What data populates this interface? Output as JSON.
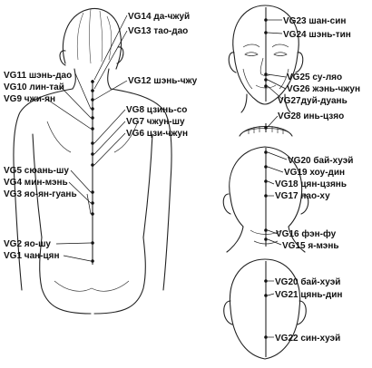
{
  "points": [
    {
      "id": "VG14",
      "name": "да-чжуй"
    },
    {
      "id": "VG13",
      "name": "тао-дао"
    },
    {
      "id": "VG11",
      "name": "шэнь-дао"
    },
    {
      "id": "VG10",
      "name": "лин-тай"
    },
    {
      "id": "VG9",
      "name": "чжи-ян"
    },
    {
      "id": "VG12",
      "name": "шэнь-чжу"
    },
    {
      "id": "VG8",
      "name": "цзинь-со"
    },
    {
      "id": "VG7",
      "name": "чжун-шу"
    },
    {
      "id": "VG6",
      "name": "цзи-чжун"
    },
    {
      "id": "VG5",
      "name": "сюань-шу"
    },
    {
      "id": "VG4",
      "name": "мин-мэнь"
    },
    {
      "id": "VG3",
      "name": "яо-ян-гуань"
    },
    {
      "id": "VG2",
      "name": "яо-шу"
    },
    {
      "id": "VG1",
      "name": "чан-цян"
    },
    {
      "id": "VG23",
      "name": "шан-син"
    },
    {
      "id": "VG24",
      "name": "шэнь-тин"
    },
    {
      "id": "VG25",
      "name": "су-ляо"
    },
    {
      "id": "VG26",
      "name": "жэнь-чжун"
    },
    {
      "id": "VG27",
      "name": "дуй-дуань"
    },
    {
      "id": "VG28",
      "name": "инь-цзяо"
    },
    {
      "id": "VG20",
      "name": "бай-хуэй"
    },
    {
      "id": "VG19",
      "name": "хоу-дин"
    },
    {
      "id": "VG18",
      "name": "цян-цзянь"
    },
    {
      "id": "VG17",
      "name": "нао-ху"
    },
    {
      "id": "VG16",
      "name": "фэн-фу"
    },
    {
      "id": "VG15",
      "name": "я-мэнь"
    },
    {
      "id": "VG20b",
      "name": "бай-хуэй",
      "display_id": "VG20"
    },
    {
      "id": "VG21",
      "name": "цянь-дин"
    },
    {
      "id": "VG22",
      "name": "син-хуэй"
    }
  ]
}
